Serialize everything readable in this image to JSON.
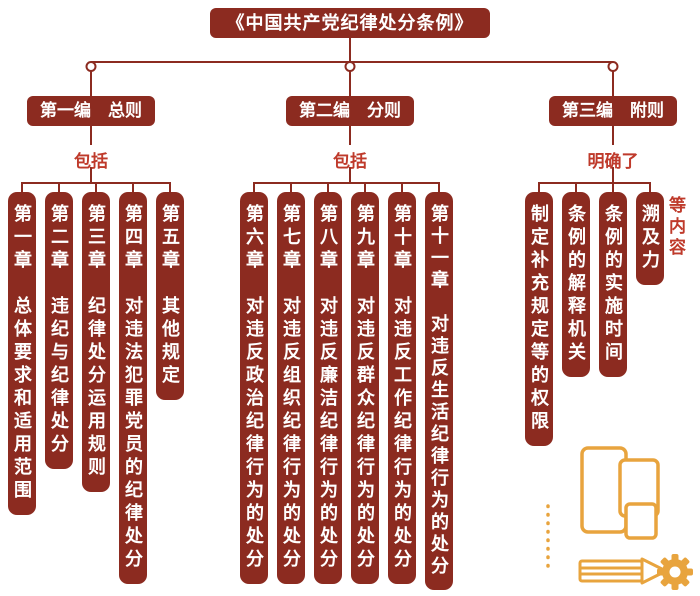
{
  "title": "《中国共产党纪律处分条例》",
  "branches": [
    {
      "label": "第一编　总则",
      "connector": "包括",
      "items": [
        "第一章　总体要求和适用范围",
        "第二章　违纪与纪律处分",
        "第三章　纪律处分运用规则",
        "第四章　对违法犯罪党员的纪律处分",
        "第五章　其他规定"
      ]
    },
    {
      "label": "第二编　分则",
      "connector": "包括",
      "items": [
        "第六章　对违反政治纪律行为的处分",
        "第七章　对违反组织纪律行为的处分",
        "第八章　对违反廉洁纪律行为的处分",
        "第九章　对违反群众纪律行为的处分",
        "第十章　对违反工作纪律行为的处分",
        "第十一章　对违反生活纪律行为的处分"
      ]
    },
    {
      "label": "第三编　附则",
      "connector": "明确了",
      "items": [
        "制定补充规定等的权限",
        "条例的解释机关",
        "条例的实施时间",
        "溯及力"
      ],
      "suffix": "等内容"
    }
  ],
  "icons": {
    "illustration": "devices-pencil-gear-illustration"
  },
  "colors": {
    "box": "#8c2b20",
    "line": "#8c2b20",
    "accent_text": "#bf3a2b",
    "illustration": "#e8a43e",
    "background": "#ffffff"
  }
}
